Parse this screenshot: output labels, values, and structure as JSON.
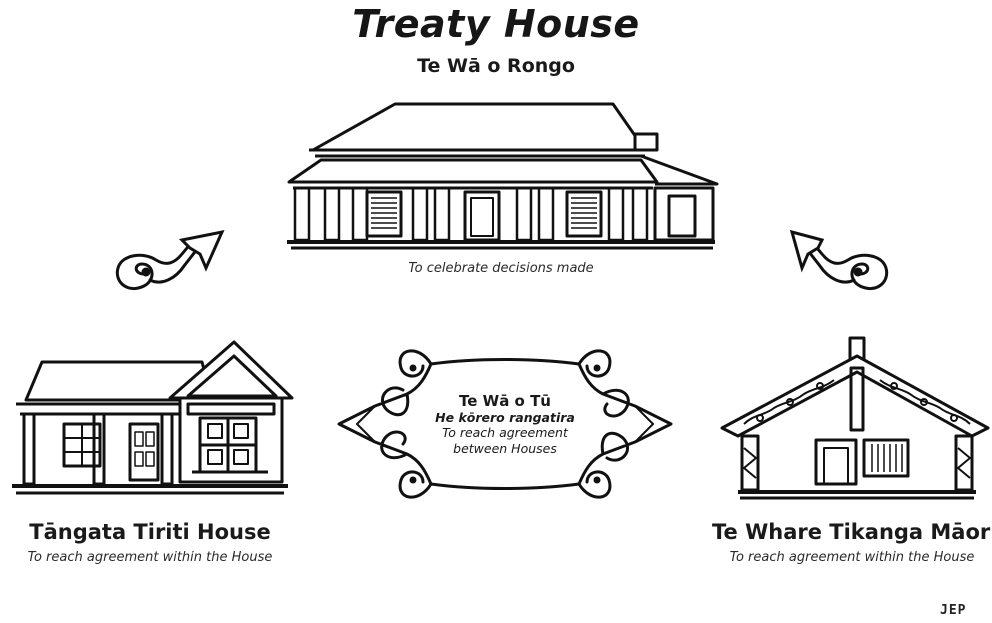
{
  "title": "Treaty House",
  "subtitle": "Te Wā o Rongo",
  "top_caption": "To celebrate decisions made",
  "center": {
    "title": "Te Wā o Tū",
    "subtitle": "He kōrero rangatira",
    "line1": "To reach agreement",
    "line2": "between Houses"
  },
  "left_house": {
    "name": "Tāngata Tiriti House",
    "caption": "To reach agreement within the House"
  },
  "right_house": {
    "name": "Te Whare Tikanga Māori",
    "caption": "To reach agreement within the House"
  },
  "signature": "JEP"
}
